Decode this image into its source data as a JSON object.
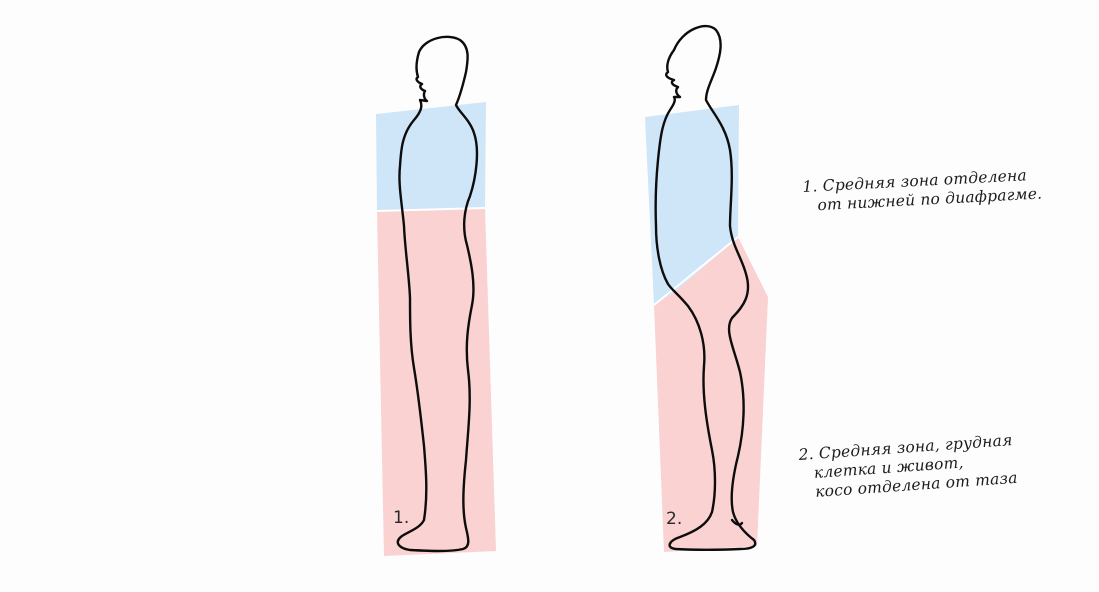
{
  "figures": [
    {
      "number_label": "1."
    },
    {
      "number_label": "2."
    }
  ],
  "notes": [
    {
      "lines": [
        "1. Средняя зона отделена",
        "от нижней по диафрагме."
      ]
    },
    {
      "lines": [
        "2. Средняя зона, грудная",
        "клетка и живот,",
        "косо отделена от таза"
      ]
    }
  ],
  "colors": {
    "middle_zone": "#cfe5f8",
    "lower_zone": "#f9d2d1",
    "outline": "#0d0d0d",
    "background": "#fdfdfd"
  }
}
